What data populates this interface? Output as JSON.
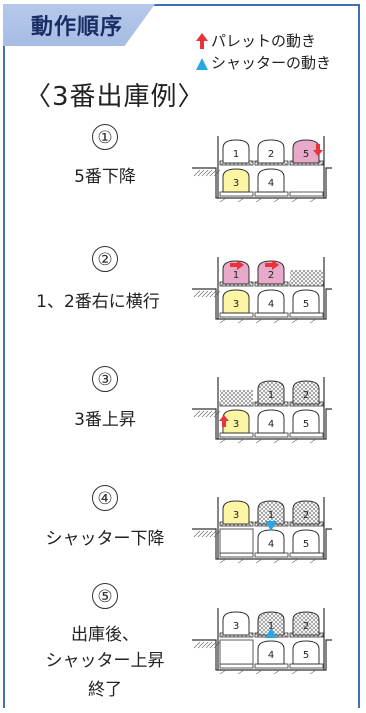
{
  "header": {
    "title": "動作順序"
  },
  "legend": {
    "pallet": "パレットの動き",
    "shutter": "シャッターの動き",
    "pallet_color": "#e8333a",
    "shutter_color": "#2aa6e0"
  },
  "example_title": "〈3番出庫例〉",
  "steps": [
    {
      "num": "①",
      "label": "5番下降",
      "upper": [
        "1",
        "2",
        "5"
      ],
      "lower": [
        "3",
        "4",
        ""
      ]
    },
    {
      "num": "②",
      "label": "1、2番右に横行",
      "upper": [
        "1",
        "2",
        ""
      ],
      "lower": [
        "3",
        "4",
        "5"
      ]
    },
    {
      "num": "③",
      "label": "3番上昇",
      "upper": [
        "",
        "1",
        "2"
      ],
      "lower": [
        "3",
        "4",
        "5"
      ]
    },
    {
      "num": "④",
      "label": "シャッター下降",
      "upper": [
        "3",
        "1",
        "2"
      ],
      "lower": [
        "",
        "4",
        "5"
      ]
    },
    {
      "num": "⑤",
      "label_lines": [
        "出庫後、",
        "シャッター上昇",
        "終了"
      ],
      "upper": [
        "3",
        "1",
        "2"
      ],
      "lower": [
        "",
        "4",
        "5"
      ]
    }
  ],
  "colors": {
    "accent": "#3e6fb7",
    "tab_fill": "#a6bce3",
    "target_car": "#fcf6a4",
    "moving_car": "#e9a9c9"
  }
}
